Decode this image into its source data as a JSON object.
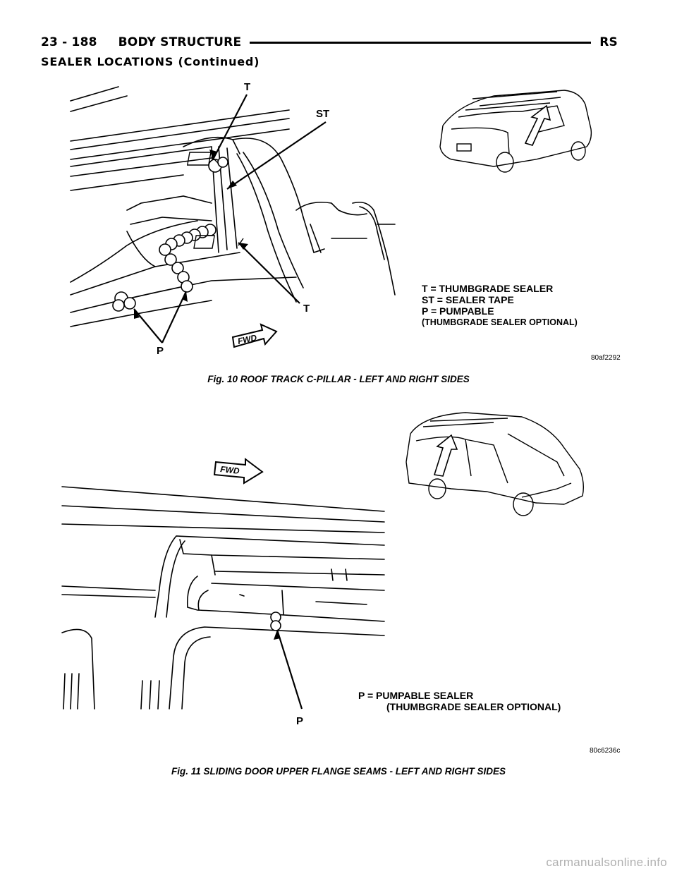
{
  "header": {
    "page_number": "23 - 188",
    "section": "BODY STRUCTURE",
    "code": "RS"
  },
  "subheading": "SEALER LOCATIONS (Continued)",
  "figure1": {
    "callouts": {
      "t_top": "T",
      "st": "ST",
      "t_bottom": "T",
      "p": "P"
    },
    "fwd_label": "FWD",
    "legend": [
      "T   = THUMBGRADE SEALER",
      "ST  = SEALER TAPE",
      "P   = PUMPABLE"
    ],
    "legend_note": "(THUMBGRADE SEALER OPTIONAL)",
    "image_code": "80af2292",
    "caption": "Fig. 10 ROOF TRACK C-PILLAR - LEFT AND RIGHT SIDES"
  },
  "figure2": {
    "callouts": {
      "p": "P"
    },
    "fwd_label": "FWD",
    "legend": [
      "P = PUMPABLE SEALER"
    ],
    "legend_note": "(THUMBGRADE SEALER OPTIONAL)",
    "image_code": "80c6236c",
    "caption": "Fig. 11 SLIDING DOOR UPPER FLANGE SEAMS - LEFT AND RIGHT SIDES"
  },
  "watermark": "carmanualsonline.info"
}
